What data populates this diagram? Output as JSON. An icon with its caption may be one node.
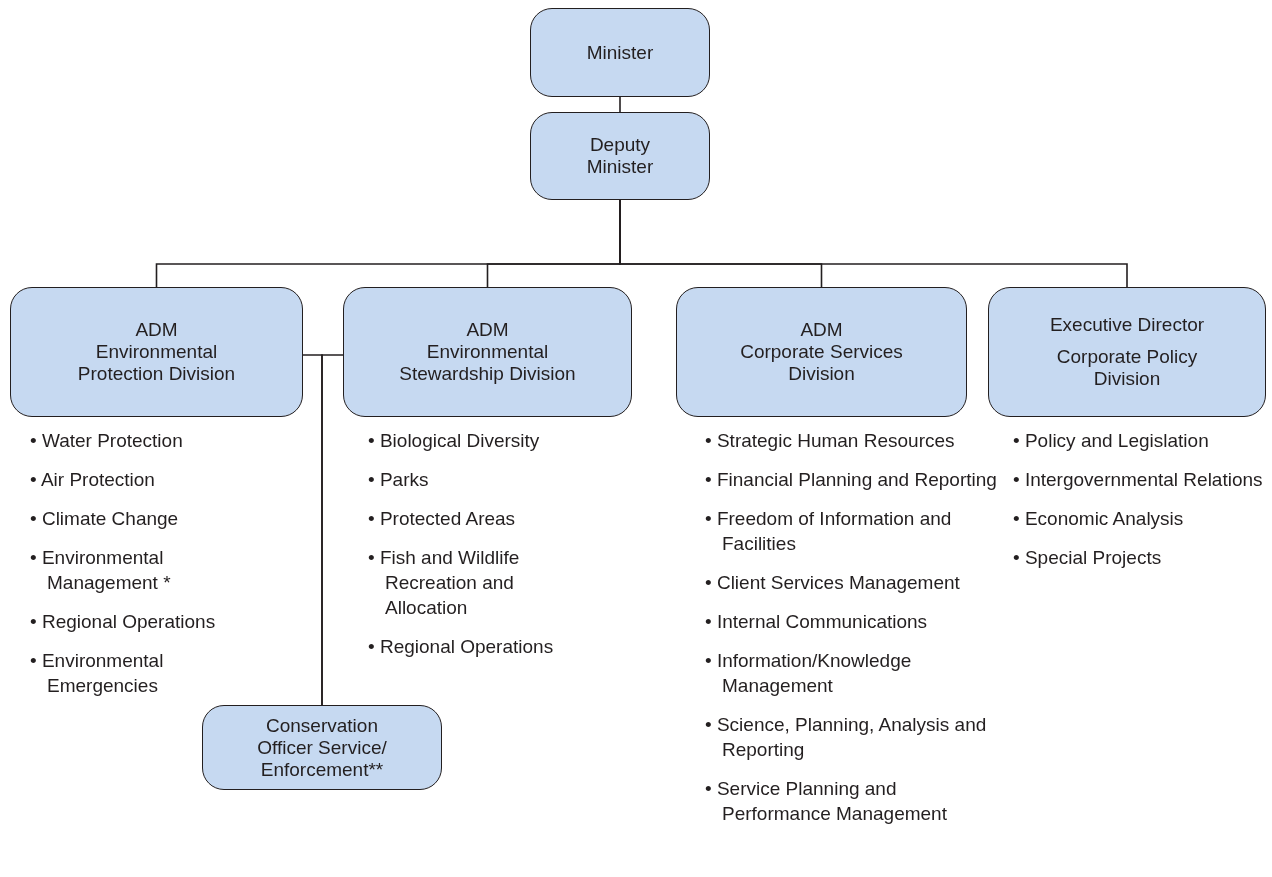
{
  "diagram": {
    "nodes": [
      {
        "text": [
          "Minister"
        ]
      },
      {
        "text": [
          "Deputy Minister"
        ]
      },
      {
        "text": [
          "ADM",
          "Environmental Protection Division"
        ],
        "beside": [
          "• Water Protection",
          "• Air Protection",
          "• Climate Change",
          "• Environmental Management *",
          "• Regional Operations",
          "• Environmental Emergencies"
        ]
      },
      {
        "text": [
          "ADM",
          "Environmental Stewardship Division"
        ],
        "beside": [
          "• Biological Diversity",
          "• Parks",
          "• Protected Areas",
          "• Fish and Wildlife Recreation and Allocation",
          "• Regional Operations"
        ]
      },
      {
        "text": [
          "ADM",
          "Corporate Services Division"
        ],
        "beside": [
          "• Strategic Human Resources",
          "• Financial Planning and Reporting",
          "• Freedom of Information and Facilities",
          "• Client Services Management",
          "• Internal Communications",
          "• Information/Knowledge Management",
          "• Science, Planning, Analysis and Reporting",
          "• Service Planning and Performance Management"
        ]
      },
      {
        "text": [
          "Executive Director",
          "Corporate Policy Division"
        ],
        "beside": [
          "• Policy and Legislation",
          "• Intergovernmental Relations",
          "• Economic Analysis",
          "• Special Projects"
        ]
      },
      {
        "text": [
          "Conservation Officer Service/ Enforcement**"
        ]
      }
    ],
    "edges": [
      {
        "from": 0,
        "to": 1,
        "arrow": "none"
      },
      {
        "from": 1,
        "to": 2,
        "arrow": "none"
      },
      {
        "from": 1,
        "to": 3,
        "arrow": "none"
      },
      {
        "from": 1,
        "to": 4,
        "arrow": "none"
      },
      {
        "from": 1,
        "to": 5,
        "arrow": "none"
      },
      {
        "from": 2,
        "to": 6,
        "arrow": "none"
      },
      {
        "from": 3,
        "to": 6,
        "arrow": "none"
      }
    ]
  }
}
